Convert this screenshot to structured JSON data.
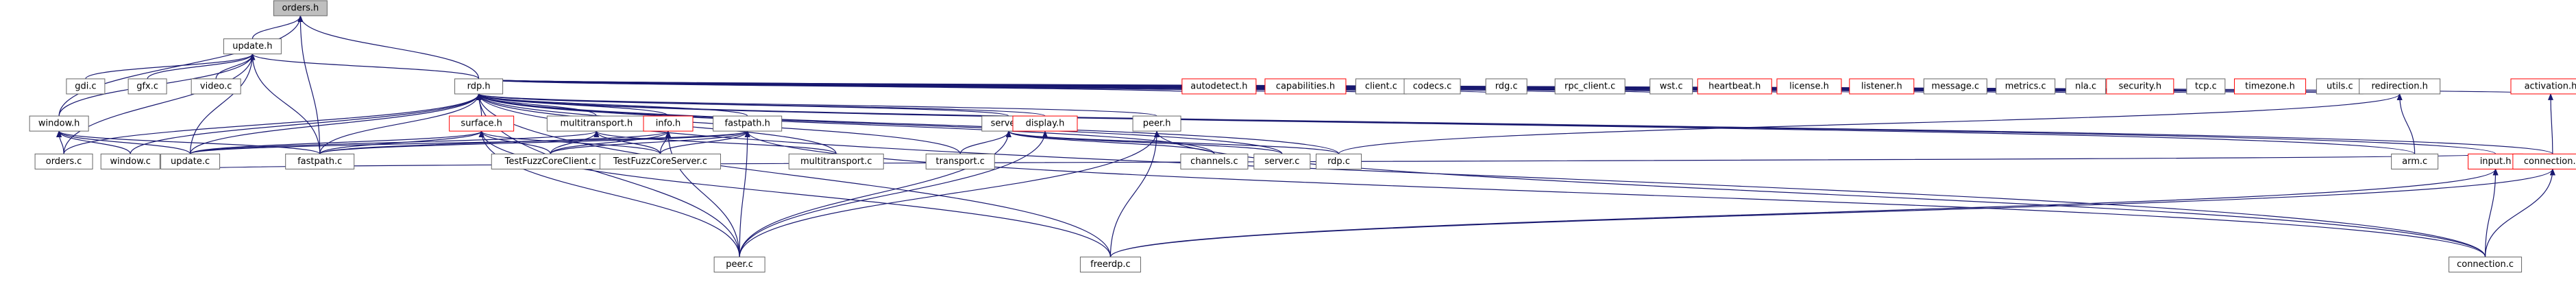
{
  "colors": {
    "edge": "#191970",
    "node_border": "#666666",
    "node_fill": "#ffffff",
    "focus_fill": "#bfbfbf",
    "truncated_border": "#ff0000"
  },
  "nodes": [
    {
      "id": "orders_h",
      "label": "orders.h",
      "style": "focus"
    },
    {
      "id": "update_h",
      "label": "update.h",
      "style": "normal"
    },
    {
      "id": "gdi_c",
      "label": "gdi.c",
      "style": "normal"
    },
    {
      "id": "gfx_c",
      "label": "gfx.c",
      "style": "normal"
    },
    {
      "id": "video_c",
      "label": "video.c",
      "style": "normal"
    },
    {
      "id": "rdp_h",
      "label": "rdp.h",
      "style": "normal"
    },
    {
      "id": "window_h",
      "label": "window.h",
      "style": "normal"
    },
    {
      "id": "orders_c",
      "label": "orders.c",
      "style": "normal"
    },
    {
      "id": "window_c",
      "label": "window.c",
      "style": "normal"
    },
    {
      "id": "update_c",
      "label": "update.c",
      "style": "normal"
    },
    {
      "id": "fastpath_c",
      "label": "fastpath.c",
      "style": "normal"
    },
    {
      "id": "surface_h",
      "label": "surface.h",
      "style": "truncated"
    },
    {
      "id": "multitransport_h",
      "label": "multitransport.h",
      "style": "normal"
    },
    {
      "id": "info_h",
      "label": "info.h",
      "style": "truncated"
    },
    {
      "id": "fastpath_h",
      "label": "fastpath.h",
      "style": "normal"
    },
    {
      "id": "TestFuzzCoreClient_c",
      "label": "TestFuzzCoreClient.c",
      "style": "normal"
    },
    {
      "id": "TestFuzzCoreServer_c",
      "label": "TestFuzzCoreServer.c",
      "style": "normal"
    },
    {
      "id": "multitransport_c",
      "label": "multitransport.c",
      "style": "normal"
    },
    {
      "id": "server_h",
      "label": "server.h",
      "style": "normal"
    },
    {
      "id": "transport_c",
      "label": "transport.c",
      "style": "normal"
    },
    {
      "id": "display_h",
      "label": "display.h",
      "style": "truncated"
    },
    {
      "id": "peer_h",
      "label": "peer.h",
      "style": "normal"
    },
    {
      "id": "channels_c",
      "label": "channels.c",
      "style": "normal"
    },
    {
      "id": "server_c",
      "label": "server.c",
      "style": "normal"
    },
    {
      "id": "rdp_c",
      "label": "rdp.c",
      "style": "normal"
    },
    {
      "id": "peer_c",
      "label": "peer.c",
      "style": "normal"
    },
    {
      "id": "freerdp_c",
      "label": "freerdp.c",
      "style": "normal"
    },
    {
      "id": "autodetect_h",
      "label": "autodetect.h",
      "style": "truncated"
    },
    {
      "id": "capabilities_h",
      "label": "capabilities.h",
      "style": "truncated"
    },
    {
      "id": "client_c",
      "label": "client.c",
      "style": "normal"
    },
    {
      "id": "codecs_c",
      "label": "codecs.c",
      "style": "normal"
    },
    {
      "id": "rdg_c",
      "label": "rdg.c",
      "style": "normal"
    },
    {
      "id": "rpc_client_c",
      "label": "rpc_client.c",
      "style": "normal"
    },
    {
      "id": "wst_c",
      "label": "wst.c",
      "style": "normal"
    },
    {
      "id": "heartbeat_h",
      "label": "heartbeat.h",
      "style": "truncated"
    },
    {
      "id": "license_h",
      "label": "license.h",
      "style": "truncated"
    },
    {
      "id": "listener_h",
      "label": "listener.h",
      "style": "truncated"
    },
    {
      "id": "message_c",
      "label": "message.c",
      "style": "normal"
    },
    {
      "id": "metrics_c",
      "label": "metrics.c",
      "style": "normal"
    },
    {
      "id": "nla_c",
      "label": "nla.c",
      "style": "normal"
    },
    {
      "id": "security_h",
      "label": "security.h",
      "style": "truncated"
    },
    {
      "id": "tcp_c",
      "label": "tcp.c",
      "style": "normal"
    },
    {
      "id": "timezone_h",
      "label": "timezone.h",
      "style": "truncated"
    },
    {
      "id": "utils_c",
      "label": "utils.c",
      "style": "normal"
    },
    {
      "id": "redirection_h",
      "label": "redirection.h",
      "style": "normal"
    },
    {
      "id": "arm_c",
      "label": "arm.c",
      "style": "normal"
    },
    {
      "id": "input_h",
      "label": "input.h",
      "style": "truncated"
    },
    {
      "id": "activation_h",
      "label": "activation.h",
      "style": "truncated"
    },
    {
      "id": "connection_h",
      "label": "connection.h",
      "style": "truncated"
    },
    {
      "id": "connection_c",
      "label": "connection.c",
      "style": "normal"
    }
  ],
  "edges": [
    [
      "update_h",
      "orders_h"
    ],
    [
      "window_h",
      "orders_h"
    ],
    [
      "fastpath_c",
      "orders_h"
    ],
    [
      "rdp_h",
      "orders_h"
    ],
    [
      "gdi_c",
      "update_h"
    ],
    [
      "gfx_c",
      "update_h"
    ],
    [
      "video_c",
      "update_h"
    ],
    [
      "update_c",
      "update_h"
    ],
    [
      "fastpath_c",
      "update_h"
    ],
    [
      "window_h",
      "update_h"
    ],
    [
      "orders_c",
      "update_h"
    ],
    [
      "rdp_h",
      "update_h"
    ],
    [
      "orders_c",
      "window_h"
    ],
    [
      "window_c",
      "window_h"
    ],
    [
      "update_c",
      "window_h"
    ],
    [
      "fastpath_c",
      "window_h"
    ],
    [
      "surface_h",
      "rdp_h"
    ],
    [
      "multitransport_h",
      "rdp_h"
    ],
    [
      "info_h",
      "rdp_h"
    ],
    [
      "fastpath_h",
      "rdp_h"
    ],
    [
      "fastpath_c",
      "rdp_h"
    ],
    [
      "update_c",
      "rdp_h"
    ],
    [
      "window_c",
      "rdp_h"
    ],
    [
      "orders_c",
      "rdp_h"
    ],
    [
      "multitransport_c",
      "rdp_h"
    ],
    [
      "server_h",
      "rdp_h"
    ],
    [
      "transport_c",
      "rdp_h"
    ],
    [
      "display_h",
      "rdp_h"
    ],
    [
      "peer_h",
      "rdp_h"
    ],
    [
      "channels_c",
      "rdp_h"
    ],
    [
      "server_c",
      "rdp_h"
    ],
    [
      "rdp_c",
      "rdp_h"
    ],
    [
      "autodetect_h",
      "rdp_h"
    ],
    [
      "capabilities_h",
      "rdp_h"
    ],
    [
      "client_c",
      "rdp_h"
    ],
    [
      "codecs_c",
      "rdp_h"
    ],
    [
      "rdg_c",
      "rdp_h"
    ],
    [
      "rpc_client_c",
      "rdp_h"
    ],
    [
      "wst_c",
      "rdp_h"
    ],
    [
      "heartbeat_h",
      "rdp_h"
    ],
    [
      "license_h",
      "rdp_h"
    ],
    [
      "listener_h",
      "rdp_h"
    ],
    [
      "message_c",
      "rdp_h"
    ],
    [
      "metrics_c",
      "rdp_h"
    ],
    [
      "nla_c",
      "rdp_h"
    ],
    [
      "security_h",
      "rdp_h"
    ],
    [
      "tcp_c",
      "rdp_h"
    ],
    [
      "timezone_h",
      "rdp_h"
    ],
    [
      "utils_c",
      "rdp_h"
    ],
    [
      "redirection_h",
      "rdp_h"
    ],
    [
      "arm_c",
      "rdp_h"
    ],
    [
      "input_h",
      "rdp_h"
    ],
    [
      "activation_h",
      "rdp_h"
    ],
    [
      "connection_h",
      "rdp_h"
    ],
    [
      "connection_c",
      "rdp_h"
    ],
    [
      "freerdp_c",
      "rdp_h"
    ],
    [
      "peer_c",
      "rdp_h"
    ],
    [
      "update_c",
      "surface_h"
    ],
    [
      "fastpath_c",
      "surface_h"
    ],
    [
      "TestFuzzCoreClient_c",
      "surface_h"
    ],
    [
      "TestFuzzCoreServer_c",
      "surface_h"
    ],
    [
      "peer_c",
      "surface_h"
    ],
    [
      "freerdp_c",
      "surface_h"
    ],
    [
      "TestFuzzCoreClient_c",
      "multitransport_h"
    ],
    [
      "TestFuzzCoreServer_c",
      "multitransport_h"
    ],
    [
      "multitransport_c",
      "multitransport_h"
    ],
    [
      "update_c",
      "multitransport_h"
    ],
    [
      "TestFuzzCoreClient_c",
      "info_h"
    ],
    [
      "TestFuzzCoreServer_c",
      "info_h"
    ],
    [
      "peer_c",
      "info_h"
    ],
    [
      "fastpath_c",
      "info_h"
    ],
    [
      "update_c",
      "fastpath_h"
    ],
    [
      "fastpath_c",
      "fastpath_h"
    ],
    [
      "TestFuzzCoreClient_c",
      "fastpath_h"
    ],
    [
      "TestFuzzCoreServer_c",
      "fastpath_h"
    ],
    [
      "peer_c",
      "fastpath_h"
    ],
    [
      "connection_c",
      "fastpath_h"
    ],
    [
      "transport_c",
      "server_h"
    ],
    [
      "channels_c",
      "server_h"
    ],
    [
      "server_c",
      "server_h"
    ],
    [
      "rdp_c",
      "server_h"
    ],
    [
      "peer_c",
      "server_h"
    ],
    [
      "peer_c",
      "display_h"
    ],
    [
      "peer_c",
      "peer_h"
    ],
    [
      "freerdp_c",
      "peer_h"
    ],
    [
      "connection_c",
      "peer_h"
    ],
    [
      "rdp_c",
      "redirection_h"
    ],
    [
      "arm_c",
      "redirection_h"
    ],
    [
      "freerdp_c",
      "input_h"
    ],
    [
      "connection_c",
      "input_h"
    ],
    [
      "connection_h",
      "activation_h"
    ],
    [
      "connection_c",
      "connection_h"
    ],
    [
      "freerdp_c",
      "connection_h"
    ],
    [
      "update_c",
      "input_h"
    ]
  ]
}
